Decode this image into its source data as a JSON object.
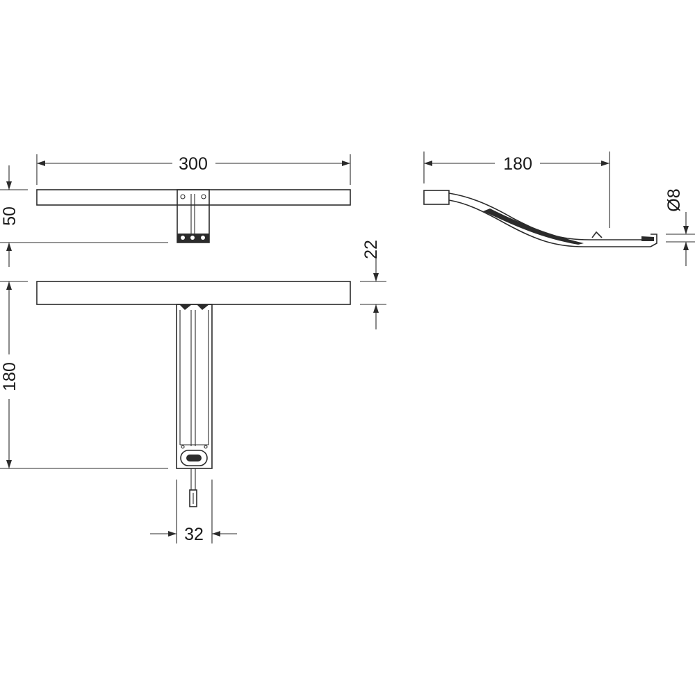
{
  "dimensions": {
    "top_width": "300",
    "top_height": "50",
    "front_depth": "22",
    "front_height": "180",
    "arm_width": "32",
    "side_length": "180",
    "cable_diameter": "Ø8"
  }
}
